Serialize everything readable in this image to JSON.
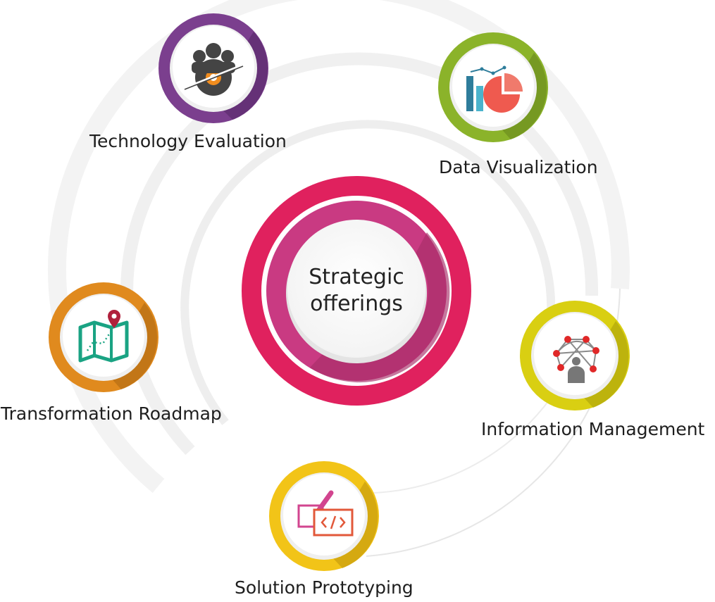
{
  "center": {
    "line1": "Strategic",
    "line2": "offerings"
  },
  "nodes": [
    {
      "id": "technology-evaluation",
      "label": "Technology Evaluation",
      "icon": "team-gear-icon",
      "color": "#7b3f8e"
    },
    {
      "id": "data-visualization",
      "label": "Data Visualization",
      "icon": "chart-icon",
      "color": "#8bb32a"
    },
    {
      "id": "transformation-roadmap",
      "label": "Transformation Roadmap",
      "icon": "map-pin-icon",
      "color": "#e08a1e"
    },
    {
      "id": "information-management",
      "label": "Information Management",
      "icon": "network-user-icon",
      "color": "#d9cf12"
    },
    {
      "id": "solution-prototyping",
      "label": "Solution Prototyping",
      "icon": "code-pen-icon",
      "color": "#f2c418"
    }
  ],
  "colors": {
    "center_outer": "#e0215e",
    "center_inner": "#c93a82",
    "arcs": "#efefef"
  }
}
